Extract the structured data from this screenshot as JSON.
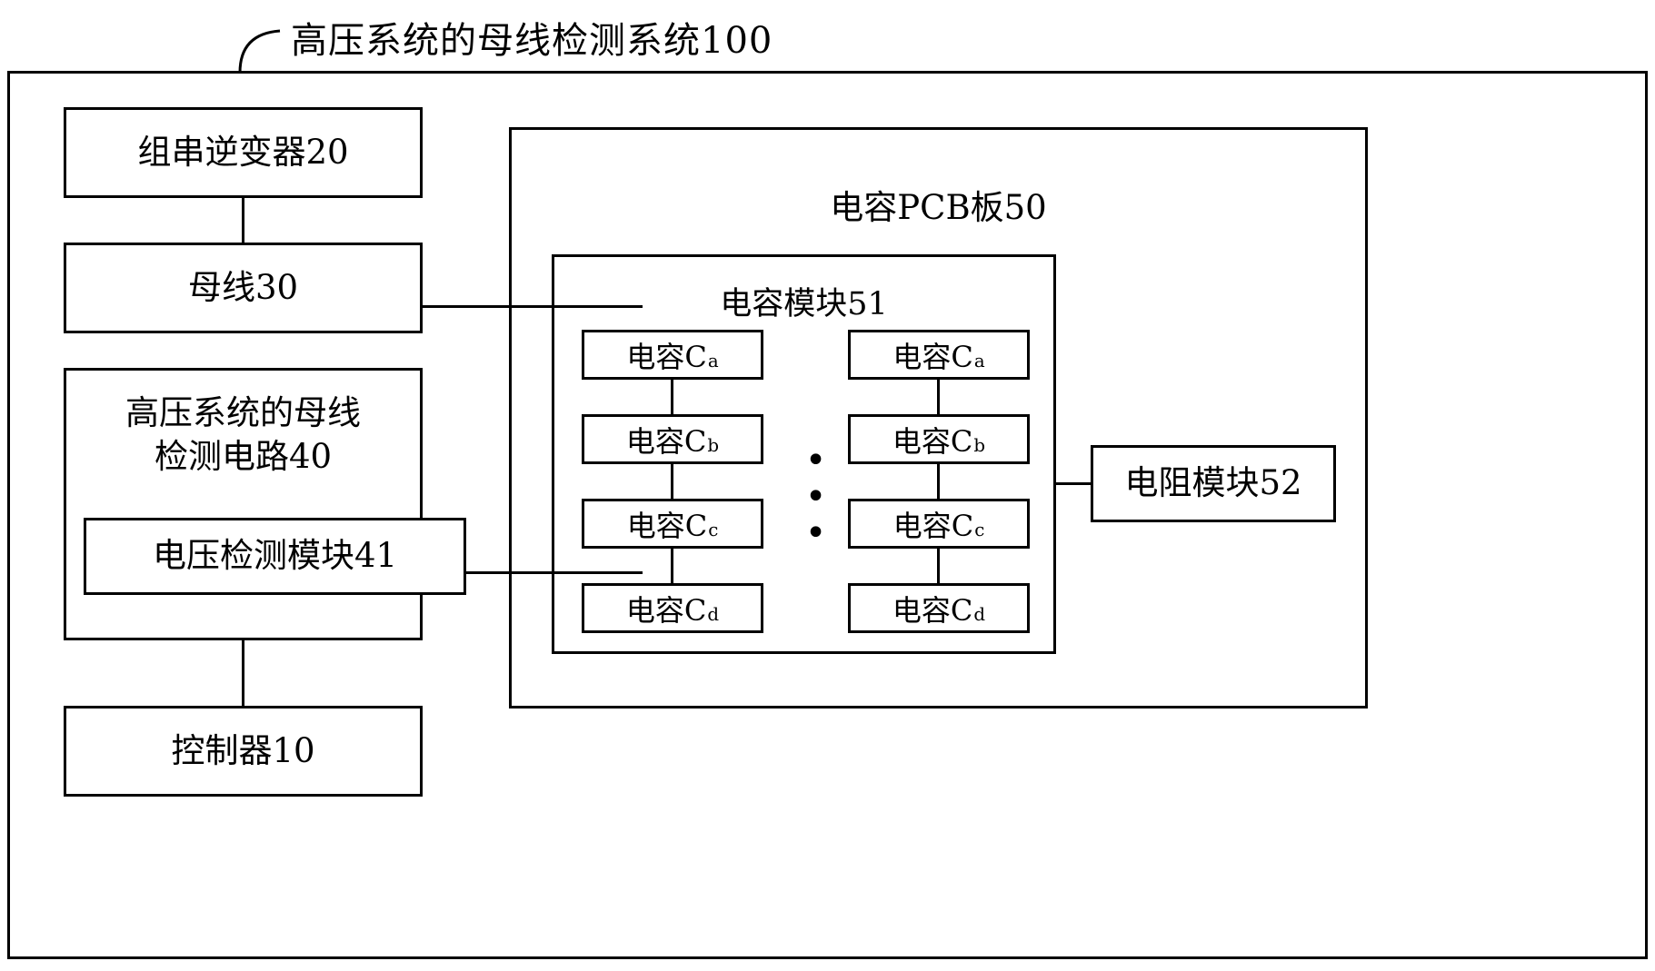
{
  "diagram": {
    "title": "高压系统的母线检测系统100",
    "type": "block-diagram",
    "background_color": "#ffffff",
    "line_color": "#000000"
  },
  "left_column": {
    "inverter": "组串逆变器20",
    "busbar": "母线30",
    "detect_circuit_line1": "高压系统的母线",
    "detect_circuit_line2": "检测电路40",
    "voltage_module": "电压检测模块41",
    "controller": "控制器10"
  },
  "pcb": {
    "title": "电容PCB板50",
    "cap_module_title": "电容模块51",
    "resistor_module": "电阻模块52",
    "ellipsis": "• • •",
    "capacitor_prefix": "电容C",
    "column_left": [
      {
        "label": "电容C",
        "subscript": "a"
      },
      {
        "label": "电容C",
        "subscript": "b"
      },
      {
        "label": "电容C",
        "subscript": "c"
      },
      {
        "label": "电容C",
        "subscript": "d"
      }
    ],
    "column_right": [
      {
        "label": "电容C",
        "subscript": "a"
      },
      {
        "label": "电容C",
        "subscript": "b"
      },
      {
        "label": "电容C",
        "subscript": "c"
      },
      {
        "label": "电容C",
        "subscript": "d"
      }
    ]
  }
}
